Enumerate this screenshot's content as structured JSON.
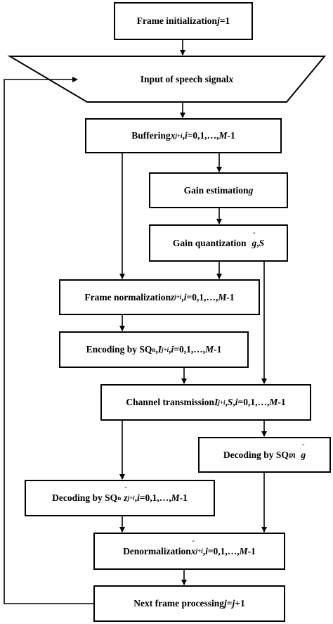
{
  "nodes": {
    "init": {
      "text": "Frame initialization ",
      "var": "j",
      "rest": "=1"
    },
    "input": {
      "text": "Input of speech signal ",
      "var": "x"
    },
    "buffering": {
      "text": "Buffering ",
      "var": "x",
      "sub": "j+i",
      "sep": ", ",
      "idx": "i",
      "range": "=0,1,…,",
      "M": "M",
      "tail": "-1"
    },
    "gain_est": {
      "text": "Gain estimation ",
      "var": "g"
    },
    "gain_quant": {
      "text": "Gain quantization",
      "var": "g",
      "hat": "ˆ",
      "sep": " , ",
      "S": "S"
    },
    "frame_norm": {
      "text": "Frame normalization ",
      "var": "z",
      "sub": "j+i",
      "sep": ", ",
      "idx": "i",
      "range": "=0,1,…,",
      "M": "M",
      "tail": "-1"
    },
    "encoding": {
      "text": "Encoding by SQ",
      "q_sub": "n",
      "sep1": ", ",
      "var": "I",
      "sub": "j+i",
      "sep": ", ",
      "idx": "i",
      "range": "=0,1,…,",
      "M": "M",
      "tail": "-1"
    },
    "channel": {
      "text": "Channel transmission ",
      "var": "I",
      "sub": "j+i",
      "sep": ", ",
      "S": "S",
      "sep2": ", ",
      "idx": "i",
      "range": "=0,1,…,",
      "M": "M",
      "tail": "-1"
    },
    "decoding_gq": {
      "text": "Decoding by SQ",
      "q_sub": "gq",
      "var": "g",
      "hat": "ˆ"
    },
    "decoding_n": {
      "text": "Decoding by SQ",
      "q_sub": "n",
      "var": "z",
      "hat": "ˆ",
      "sub": "j+i",
      "sep": " , ",
      "idx": "i",
      "range": "=0,1,…,",
      "M": "M",
      "tail": "-1"
    },
    "denorm": {
      "text": "Denormalization ",
      "var": "x",
      "hat": "ˆ",
      "sub": "j+i",
      "sep": " , ",
      "idx": "i",
      "range": "=0,1,…,",
      "M": "M",
      "tail": "-1"
    },
    "next": {
      "text": "Next frame processing ",
      "var": "j",
      "eq": "=",
      "var2": "j",
      "rest": "+1"
    }
  },
  "colors": {
    "stroke": "#000000",
    "fill": "#ffffff"
  }
}
